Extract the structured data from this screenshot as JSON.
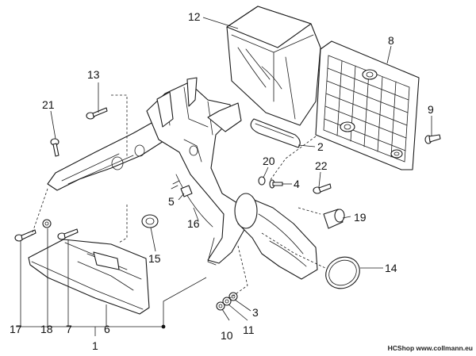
{
  "diagram": {
    "callouts": {
      "p1": "1",
      "p2": "2",
      "p3": "3",
      "p4": "4",
      "p5": "5",
      "p6": "6",
      "p7": "7",
      "p8": "8",
      "p9": "9",
      "p10": "10",
      "p11": "11",
      "p12": "12",
      "p13": "13",
      "p14": "14",
      "p15": "15",
      "p16": "16",
      "p17": "17",
      "p18": "18",
      "p19": "19",
      "p20": "20",
      "p21": "21",
      "p22": "22"
    },
    "watermark": "HCShop www.collmann.eu"
  }
}
